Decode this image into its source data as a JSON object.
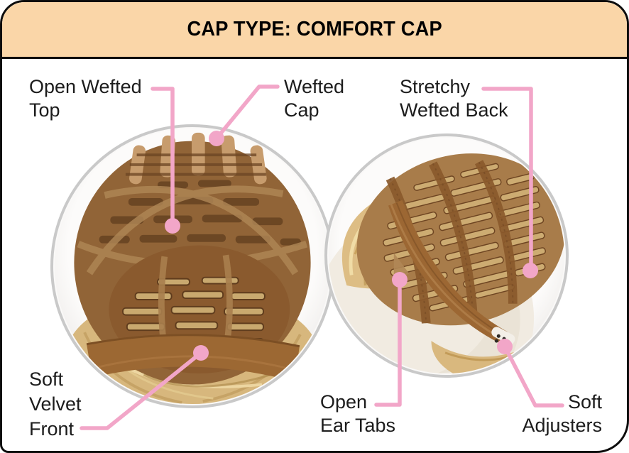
{
  "header": {
    "title": "CAP TYPE: COMFORT CAP"
  },
  "callouts": {
    "open_wefted_top": {
      "line1": "Open Wefted",
      "line2": "Top"
    },
    "wefted_cap": {
      "line1": "Wefted",
      "line2": "Cap"
    },
    "stretchy_wefted_back": {
      "line1": "Stretchy",
      "line2": "Wefted Back"
    },
    "soft_velvet_front": {
      "line1": "Soft",
      "line2": "Velvet",
      "line3": "Front"
    },
    "open_ear_tabs": {
      "line1": "Open",
      "line2": "Ear Tabs"
    },
    "soft_adjusters": {
      "line1": "Soft",
      "line2": "Adjusters"
    }
  },
  "photos": {
    "left_name": "wig-cap-top-back-view",
    "right_name": "wig-cap-side-view"
  },
  "colors": {
    "header_bg": "#FAD6A8",
    "accent_pink": "#F2A6C8",
    "frame_border": "#0D0D0D",
    "circle_ring": "#C9C9C9",
    "label_text": "#1C1C1C"
  }
}
